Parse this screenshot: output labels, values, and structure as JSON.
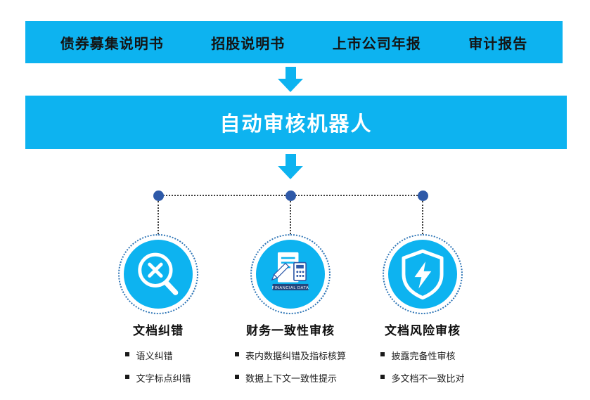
{
  "colors": {
    "accent": "#0db3f0",
    "node_dot": "#2e59a8",
    "ring": "#2e75b6",
    "banner": "#24477e"
  },
  "document_types_bar": {
    "items": [
      {
        "label": "债券募集说明书"
      },
      {
        "label": "招股说明书"
      },
      {
        "label": "上市公司年报"
      },
      {
        "label": "审计报告"
      }
    ]
  },
  "robot_bar": {
    "title": "自动审核机器人"
  },
  "features": [
    {
      "title": "文档纠错",
      "icon": "magnifier-x-icon",
      "bullets": [
        "语义纠错",
        "文字标点纠错"
      ]
    },
    {
      "title": "财务一致性审核",
      "icon": "financial-data-icon",
      "icon_caption": "FINANCIAL DATA",
      "bullets": [
        "表内数据纠错及指标核算",
        "数据上下文一致性提示"
      ]
    },
    {
      "title": "文档风险审核",
      "icon": "shield-bolt-icon",
      "bullets": [
        "披露完备性审核",
        "多文档不一致比对"
      ]
    }
  ]
}
